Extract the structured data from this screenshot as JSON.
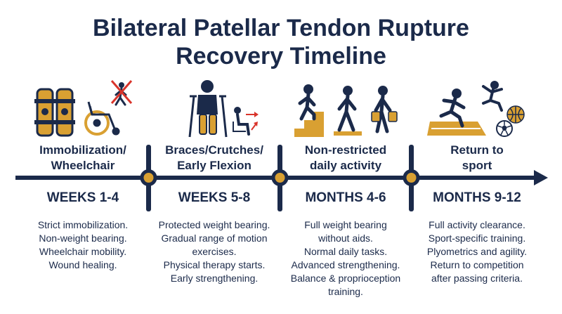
{
  "title": {
    "line1": "Bilateral Patellar Tendon Rupture",
    "line2": "Recovery Timeline"
  },
  "colors": {
    "navy": "#1b2a4a",
    "gold": "#d9a032",
    "red": "#d9342b"
  },
  "phases": [
    {
      "name_line1": "Immobilization/",
      "name_line2": "Wheelchair",
      "period": "WEEKS 1-4",
      "icons": [
        "knee-braces-icon",
        "wheelchair-icon",
        "no-walking-icon"
      ],
      "desc": [
        "Strict immobilization.",
        "Non-weight bearing.",
        "Wheelchair mobility.",
        "Wound healing."
      ]
    },
    {
      "name_line1": "Braces/Crutches/",
      "name_line2": "Early Flexion",
      "period": "WEEKS 5-8",
      "icons": [
        "crutches-person-icon",
        "knee-flexion-icon"
      ],
      "desc": [
        "Protected weight bearing.",
        "Gradual range of motion",
        "exercises.",
        "Physical therapy starts.",
        "Early strengthening."
      ]
    },
    {
      "name_line1": "Non-restricted",
      "name_line2": "daily activity",
      "period": "MONTHS 4-6",
      "icons": [
        "stairs-climbing-icon",
        "walking-person-icon",
        "shopping-person-icon"
      ],
      "desc": [
        "Full weight bearing",
        "without aids.",
        "Normal daily tasks.",
        "Advanced strengthening.",
        "Balance & proprioception",
        "training."
      ]
    },
    {
      "name_line1": "Return to",
      "name_line2": "sport",
      "period": "MONTHS 9-12",
      "icons": [
        "running-track-icon",
        "jumping-athlete-icon",
        "basketball-icon",
        "soccer-ball-icon"
      ],
      "desc": [
        "Full activity clearance.",
        "Sport-specific training.",
        "Plyometrics and agility.",
        "Return to competition",
        "after passing criteria."
      ]
    }
  ]
}
